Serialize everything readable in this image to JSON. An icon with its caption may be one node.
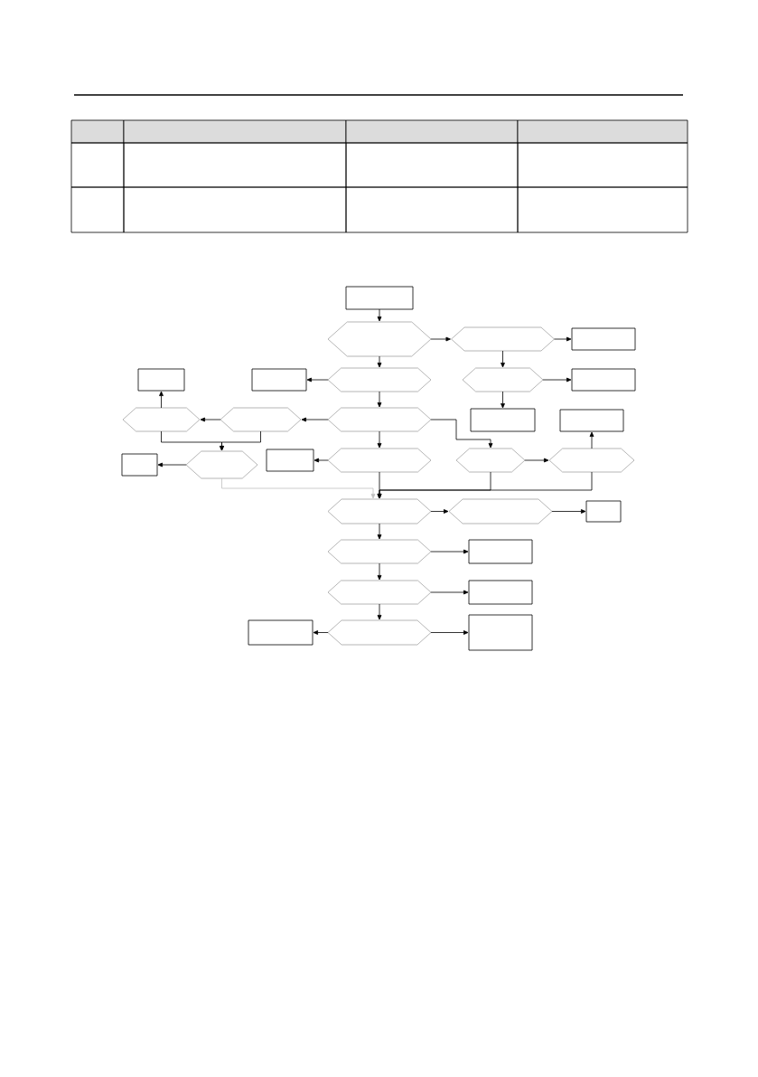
{
  "diagram": {
    "nodes": [
      {
        "text": [],
        "shape": "box"
      },
      {
        "text": [],
        "shape": "hexagon"
      },
      {
        "text": [],
        "shape": "hexagon"
      },
      {
        "text": [],
        "shape": "box"
      },
      {
        "text": [],
        "shape": "box"
      },
      {
        "text": [],
        "shape": "box"
      },
      {
        "text": [],
        "shape": "hexagon"
      },
      {
        "text": [],
        "shape": "hexagon"
      },
      {
        "text": [],
        "shape": "box"
      },
      {
        "text": [],
        "shape": "hexagon"
      },
      {
        "text": [],
        "shape": "hexagon"
      },
      {
        "text": [],
        "shape": "hexagon"
      },
      {
        "text": [],
        "shape": "box"
      },
      {
        "text": [],
        "shape": "box"
      },
      {
        "text": [],
        "shape": "box"
      },
      {
        "text": [],
        "shape": "hexagon"
      },
      {
        "text": [],
        "shape": "box"
      },
      {
        "text": [],
        "shape": "hexagon"
      },
      {
        "text": [],
        "shape": "hexagon"
      },
      {
        "text": [],
        "shape": "hexagon"
      },
      {
        "text": [],
        "shape": "hexagon"
      },
      {
        "text": [],
        "shape": "hexagon"
      },
      {
        "text": [],
        "shape": "box"
      },
      {
        "text": [],
        "shape": "hexagon"
      },
      {
        "text": [],
        "shape": "box"
      },
      {
        "text": [],
        "shape": "hexagon"
      },
      {
        "text": [],
        "shape": "box"
      },
      {
        "text": [],
        "shape": "box"
      },
      {
        "text": [],
        "shape": "hexagon"
      },
      {
        "text": [],
        "shape": "box"
      }
    ],
    "edges": [
      {
        "from": 0,
        "to": 1,
        "arrow": "to"
      },
      {
        "from": 1,
        "to": 2,
        "arrow": "to"
      },
      {
        "from": 2,
        "to": 3,
        "arrow": "to"
      },
      {
        "from": 1,
        "to": 6,
        "arrow": "to"
      },
      {
        "from": 2,
        "to": 7,
        "arrow": "to"
      },
      {
        "from": 6,
        "to": 5,
        "arrow": "to"
      },
      {
        "from": 7,
        "to": 8,
        "arrow": "to"
      },
      {
        "from": 7,
        "to": 12,
        "arrow": "to"
      },
      {
        "from": 6,
        "to": 11,
        "arrow": "to"
      },
      {
        "from": 11,
        "to": 10,
        "arrow": "to"
      },
      {
        "from": 10,
        "to": 9,
        "arrow": "to"
      },
      {
        "from": 9,
        "to": 4,
        "arrow": "to"
      },
      {
        "from": 9,
        "to": 15,
        "arrow": "to"
      },
      {
        "from": 10,
        "to": 15,
        "arrow": "to"
      },
      {
        "from": 15,
        "to": 14,
        "arrow": "to"
      },
      {
        "from": 11,
        "to": 17,
        "arrow": "to"
      },
      {
        "from": 11,
        "to": 18,
        "arrow": "to"
      },
      {
        "from": 17,
        "to": 16,
        "arrow": "to"
      },
      {
        "from": 18,
        "to": 19,
        "arrow": "to"
      },
      {
        "from": 19,
        "to": 13,
        "arrow": "to"
      },
      {
        "from": 17,
        "to": 20,
        "arrow": "to"
      },
      {
        "from": 18,
        "to": 20,
        "arrow": "to"
      },
      {
        "from": 19,
        "to": 20,
        "arrow": "to"
      },
      {
        "from": 15,
        "to": 20,
        "arrow": "to",
        "color": "#c0c0c0"
      },
      {
        "from": 20,
        "to": 21,
        "arrow": "to"
      },
      {
        "from": 21,
        "to": 22,
        "arrow": "to"
      },
      {
        "from": 20,
        "to": 23,
        "arrow": "to"
      },
      {
        "from": 23,
        "to": 24,
        "arrow": "to"
      },
      {
        "from": 23,
        "to": 25,
        "arrow": "to"
      },
      {
        "from": 25,
        "to": 26,
        "arrow": "to"
      },
      {
        "from": 25,
        "to": 28,
        "arrow": "to"
      },
      {
        "from": 28,
        "to": 27,
        "arrow": "to"
      },
      {
        "from": 28,
        "to": 29,
        "arrow": "to"
      }
    ]
  }
}
